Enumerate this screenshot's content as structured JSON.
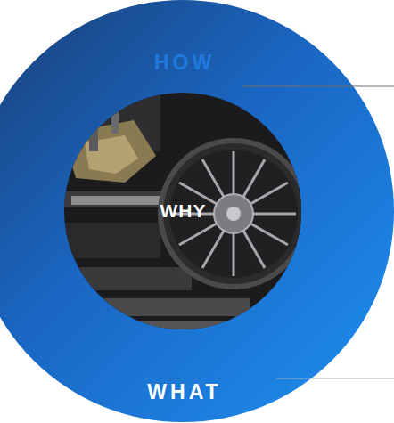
{
  "diagram": {
    "nodes": [
      {
        "text": [
          "WHAT"
        ]
      },
      {
        "text": [
          "HOW"
        ],
        "in": 0
      },
      {
        "text": [
          "WHY"
        ],
        "in": 1
      }
    ]
  }
}
